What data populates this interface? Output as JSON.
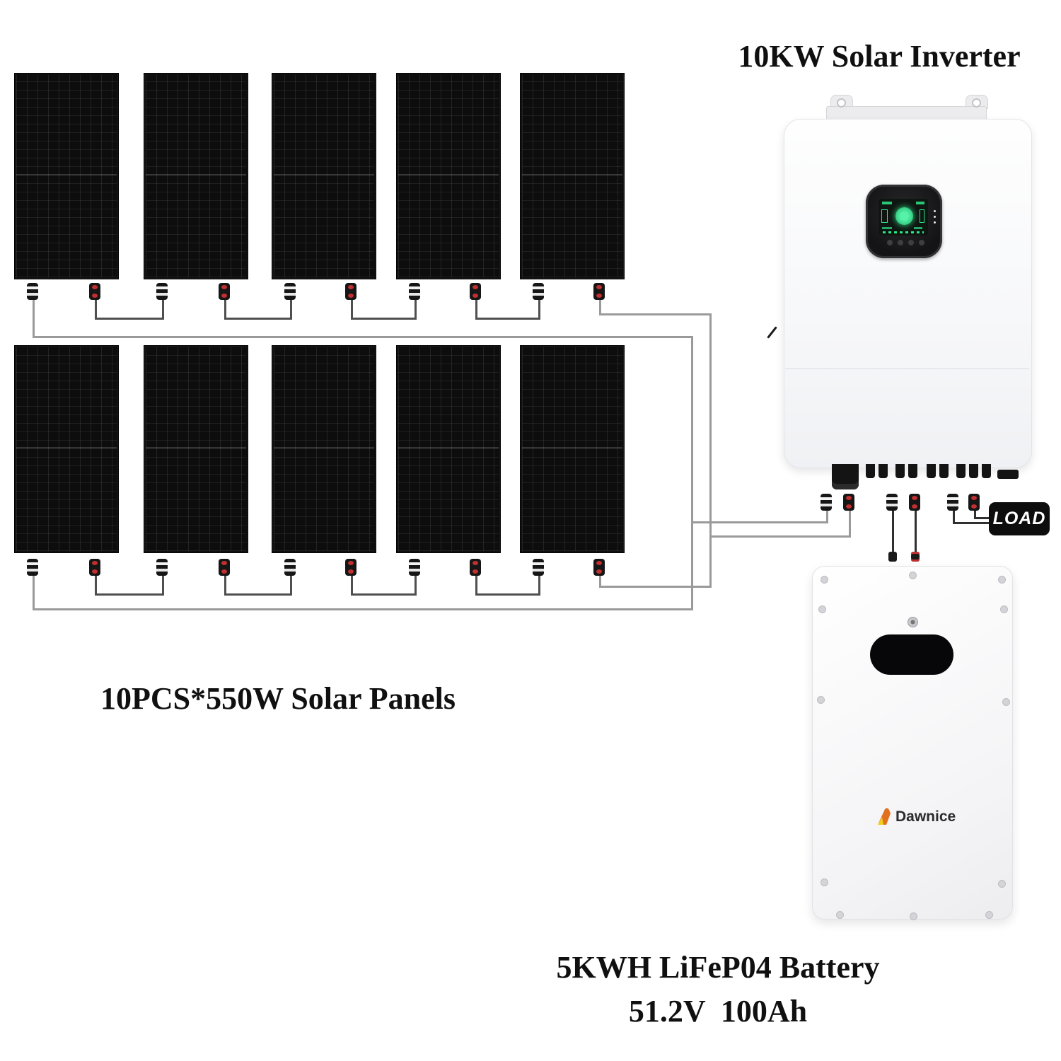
{
  "title": "10KW Solar Inverter",
  "panels_label": "10PCS*550W Solar Panels",
  "battery_label_line1": "5KWH LiFeP04 Battery",
  "battery_label_line2": "51.2V  100Ah",
  "load_label": "LOAD",
  "brand_name": "Dawnice",
  "system": {
    "solar_panels": {
      "count": 10,
      "panel_watts": "550W",
      "rows": 2,
      "panels_per_row": 5
    },
    "inverter": {
      "rating": "10KW",
      "type": "Solar Inverter"
    },
    "battery": {
      "capacity": "5KWH",
      "chemistry": "LiFeP04",
      "voltage": "51.2V",
      "amp_hours": "100Ah"
    }
  },
  "colors": {
    "wire_gray": "#9a9a9a",
    "wire_dark": "#303030",
    "connector_red": "#c03030",
    "screen_green": "#2ee68a",
    "brand_orange": "#e2711d",
    "brand_yellow": "#f2cf1f"
  }
}
